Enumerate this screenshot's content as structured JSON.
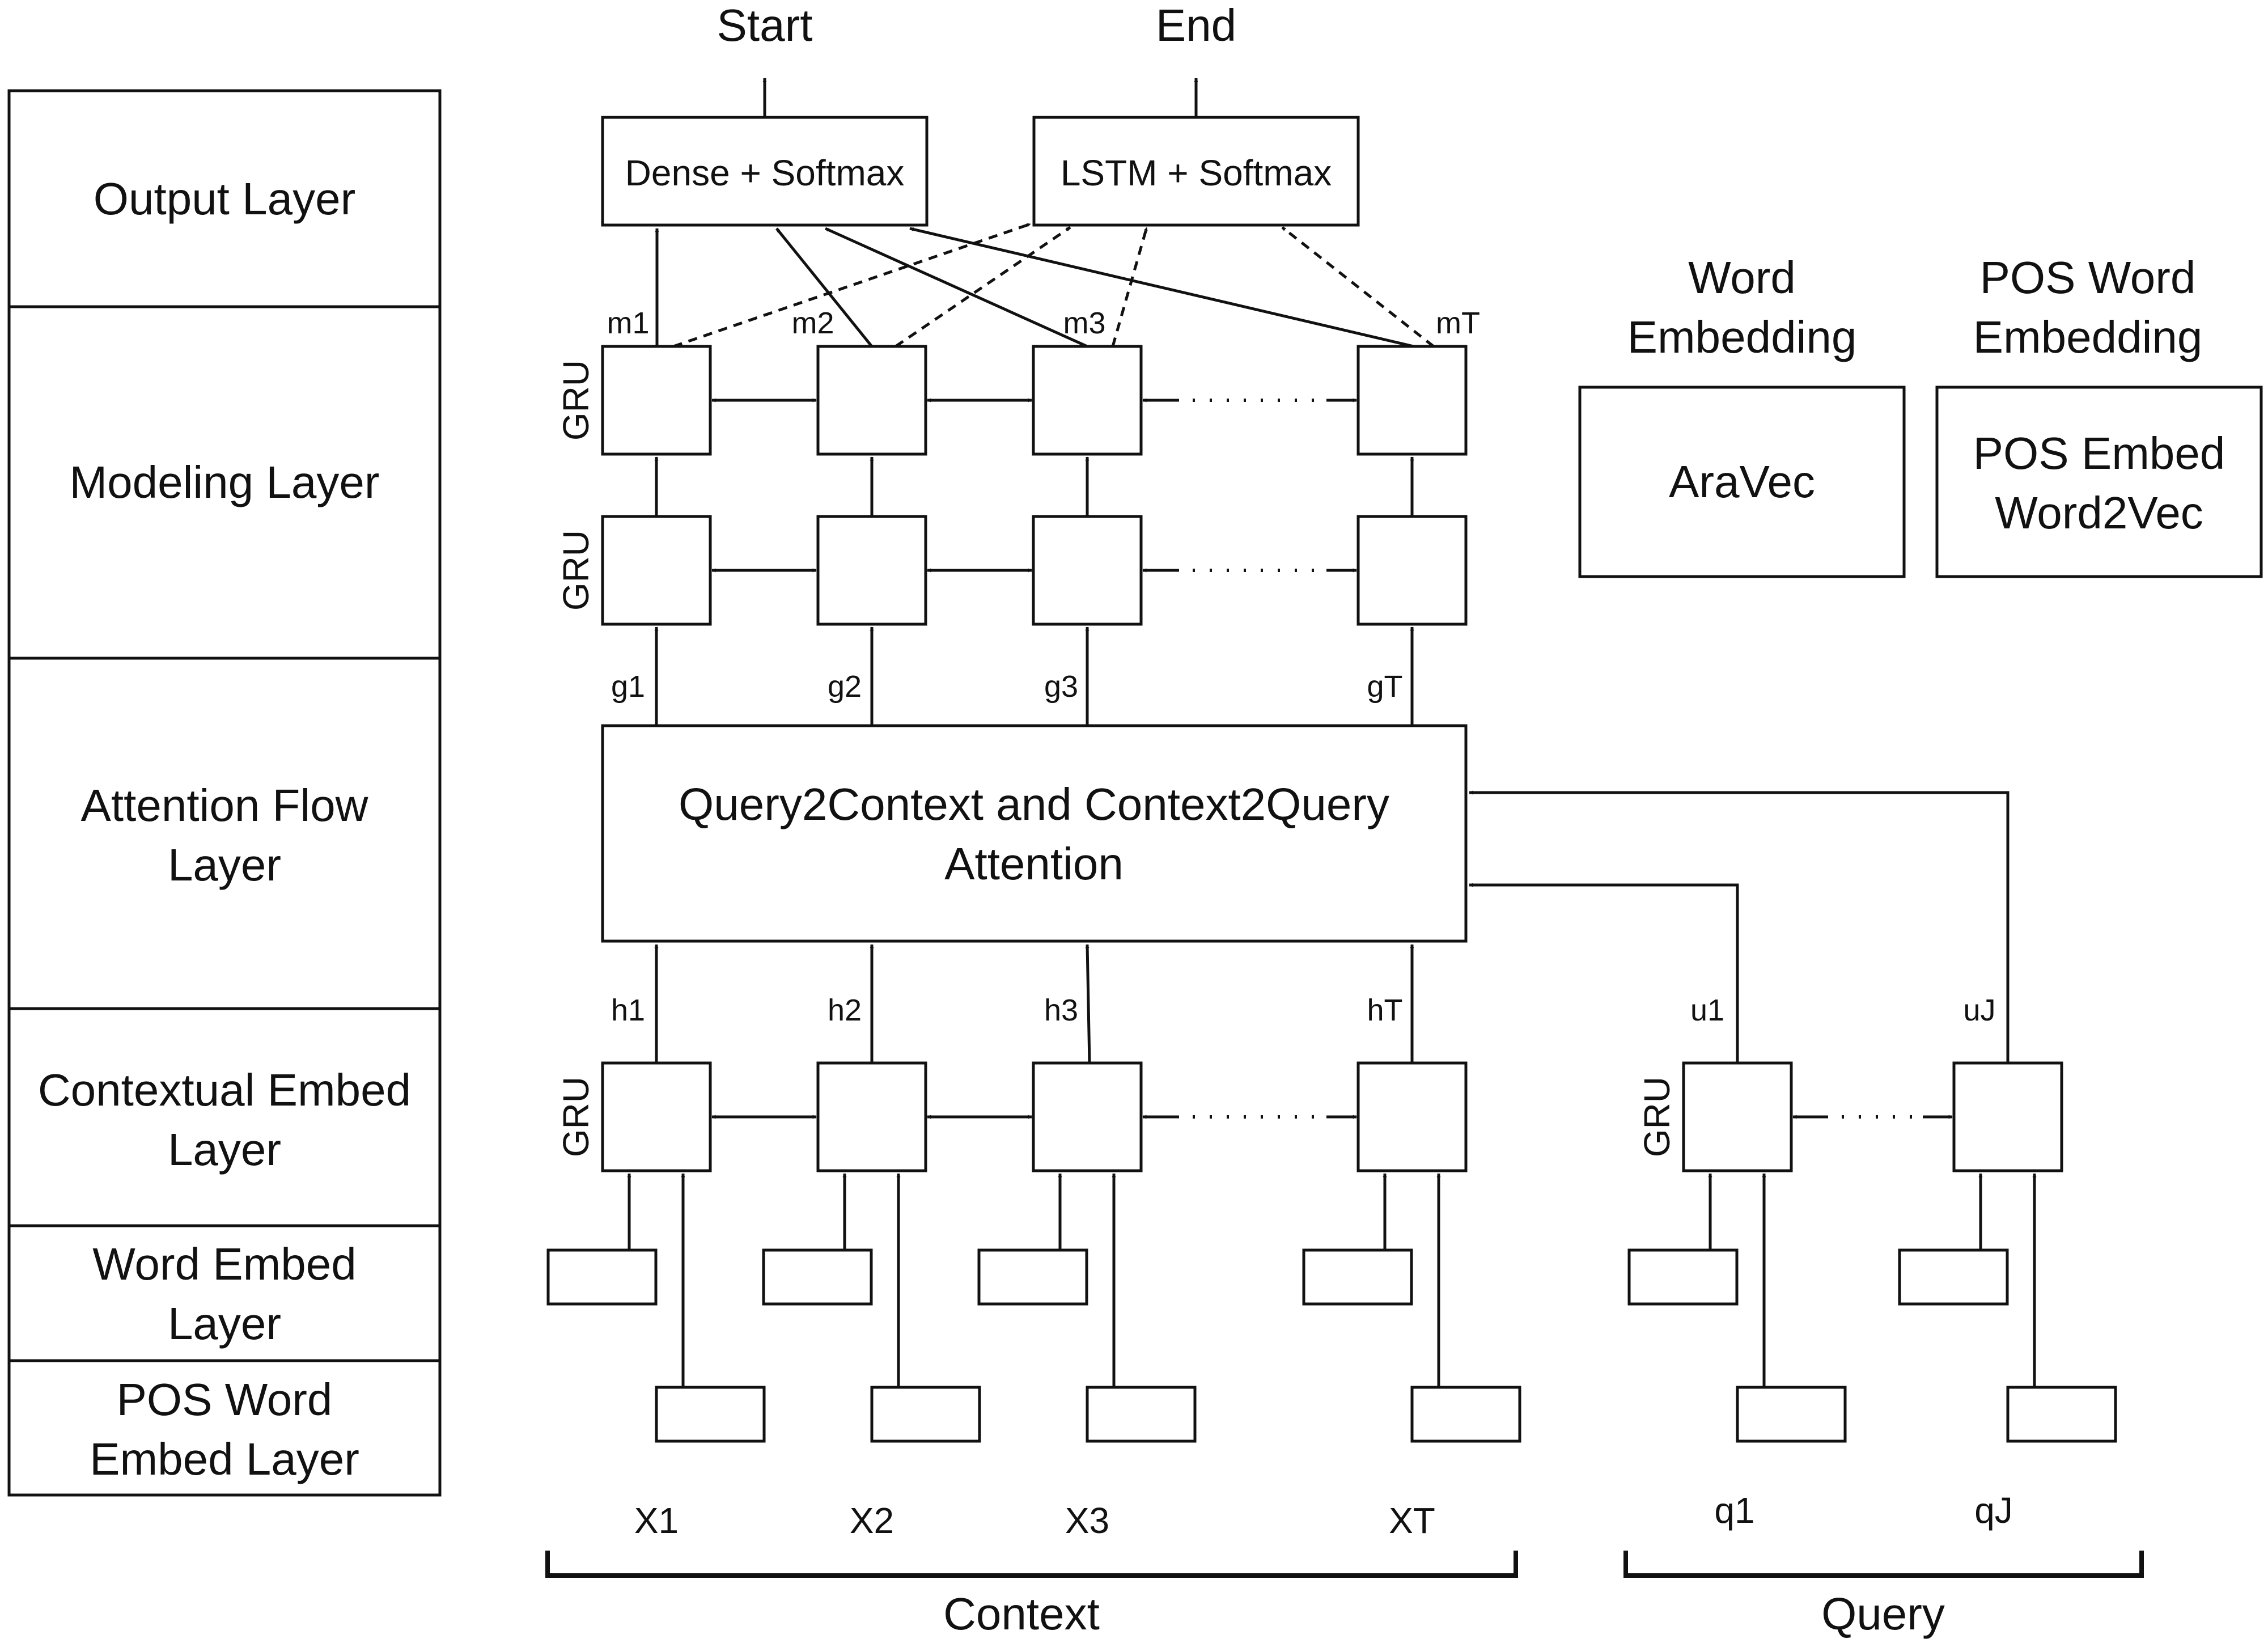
{
  "layers": {
    "output": "Output Layer",
    "modeling": "Modeling Layer",
    "attention_1": "Attention Flow",
    "attention_2": "Layer",
    "contextual_1": "Contextual Embed",
    "contextual_2": "Layer",
    "word_1": "Word Embed",
    "word_2": "Layer",
    "pos_1": "POS Word",
    "pos_2": "Embed Layer"
  },
  "outputs": {
    "start": "Start",
    "end": "End",
    "dense": "Dense + Softmax",
    "lstm": "LSTM + Softmax"
  },
  "gru": "GRU",
  "labels": {
    "m1": "m1",
    "m2": "m2",
    "m3": "m3",
    "mT": "mT",
    "g1": "g1",
    "g2": "g2",
    "g3": "g3",
    "gT": "gT",
    "h1": "h1",
    "h2": "h2",
    "h3": "h3",
    "hT": "hT",
    "u1": "u1",
    "uJ": "uJ"
  },
  "attention": {
    "line1": "Query2Context and Context2Query",
    "line2": "Attention"
  },
  "embeddings": {
    "word_header_1": "Word",
    "word_header_2": "Embedding",
    "word_box": "AraVec",
    "pos_header_1": "POS Word",
    "pos_header_2": "Embedding",
    "pos_box_1": "POS Embed",
    "pos_box_2": "Word2Vec"
  },
  "inputs": {
    "x1": "X1",
    "x2": "X2",
    "x3": "X3",
    "xT": "XT",
    "q1": "q1",
    "qJ": "qJ"
  },
  "groups": {
    "context": "Context",
    "query": "Query"
  }
}
